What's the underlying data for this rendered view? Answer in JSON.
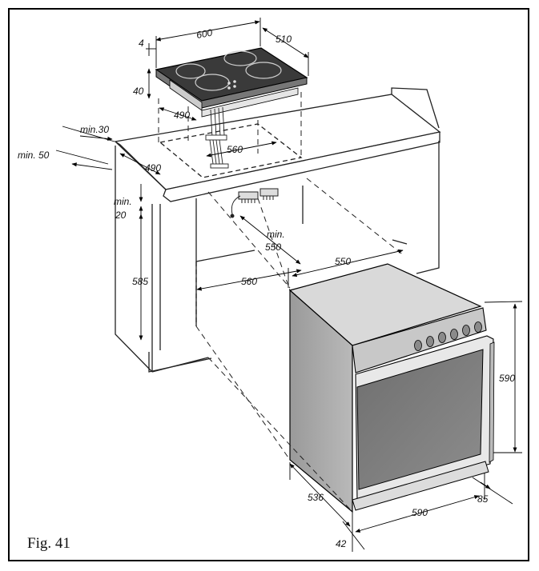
{
  "figure": {
    "caption": "Fig. 41"
  },
  "hob": {
    "width": "600",
    "depth": "510",
    "glass_thickness": "4",
    "height": "40"
  },
  "worktop": {
    "cutout_depth": "490",
    "cutout_width": "560",
    "rear_min": "min.30",
    "front_min": "min. 50",
    "cabinet_depth": "490",
    "gap_min": "min.",
    "gap_value": "20"
  },
  "cabinet": {
    "niche_height": "585",
    "niche_width": "560",
    "niche_depth_min": "min.",
    "niche_depth_value": "550"
  },
  "oven": {
    "depth_top": "550",
    "front_height": "590",
    "body_depth": "536",
    "front_width": "590",
    "front_depth": "85",
    "front_offset": "42"
  }
}
